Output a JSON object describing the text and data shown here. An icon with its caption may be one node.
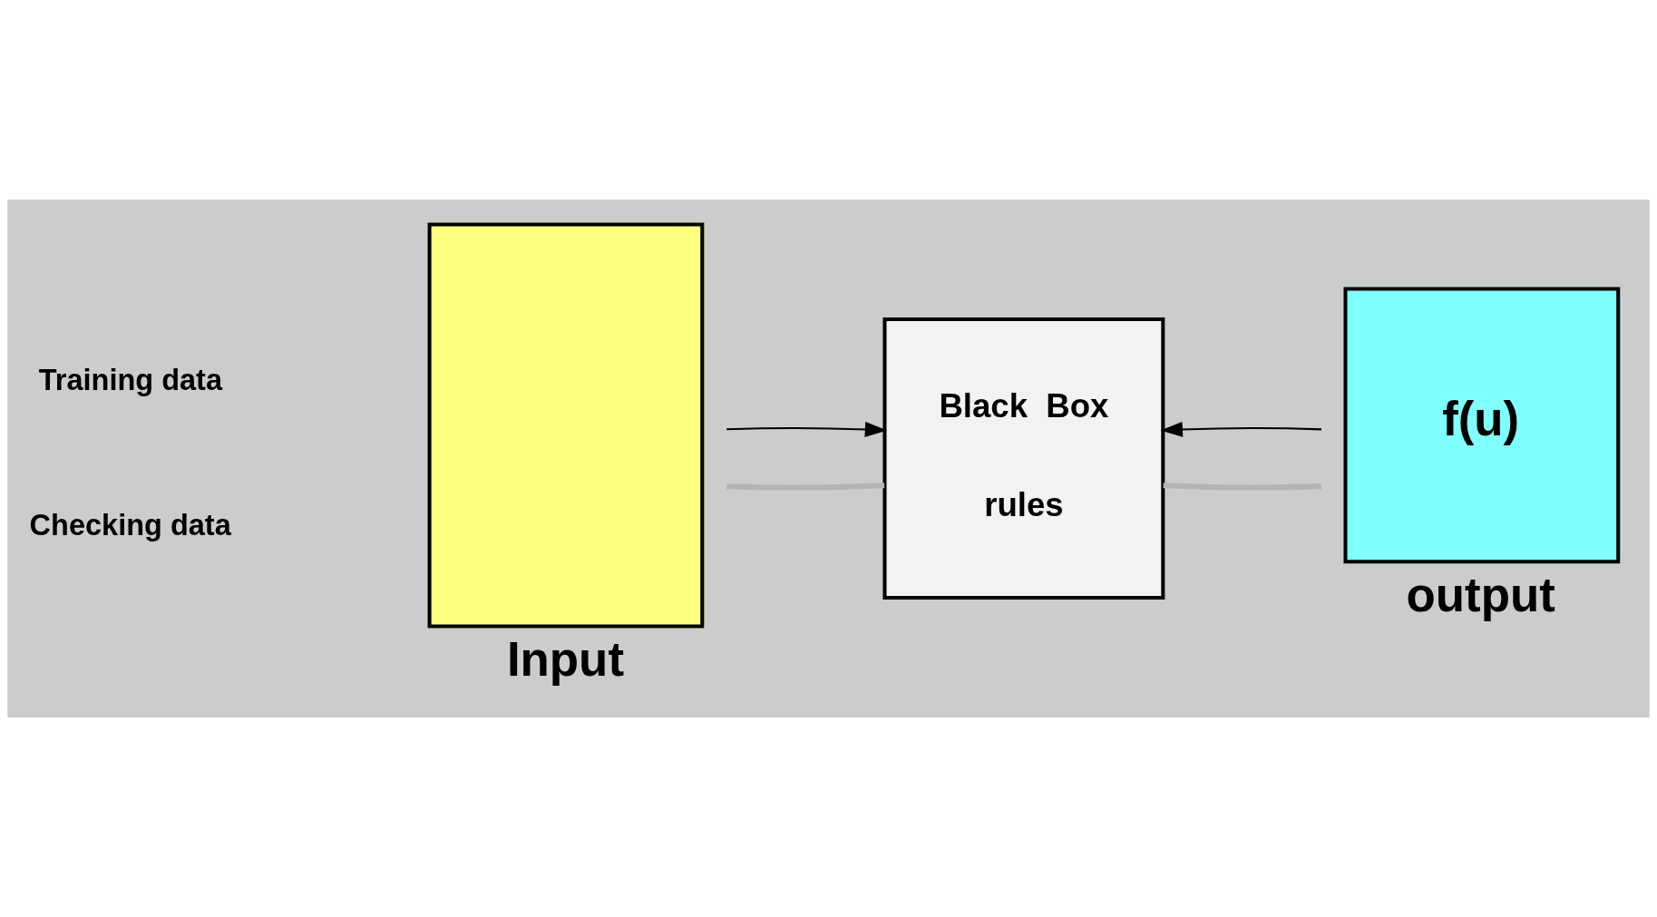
{
  "diagram": {
    "nodes": [
      {
        "text": [
          "Input"
        ]
      },
      {
        "text": [
          "Black  Box",
          "rules"
        ]
      },
      {
        "text": [
          "f(u)",
          "output"
        ]
      }
    ],
    "edges": [
      {
        "from": 0,
        "to": 1,
        "arrow": "none",
        "style": "thick",
        "color": "#b4b4b4"
      },
      {
        "from": 1,
        "to": 2,
        "arrow": "none",
        "style": "thick",
        "color": "#b4b4b4"
      },
      {
        "from": 0,
        "to": 1,
        "arrow": "to",
        "color": "#000000"
      },
      {
        "from": 2,
        "to": 1,
        "arrow": "to",
        "color": "#000000"
      }
    ],
    "labels": [
      "Training data",
      "Checking data"
    ]
  }
}
